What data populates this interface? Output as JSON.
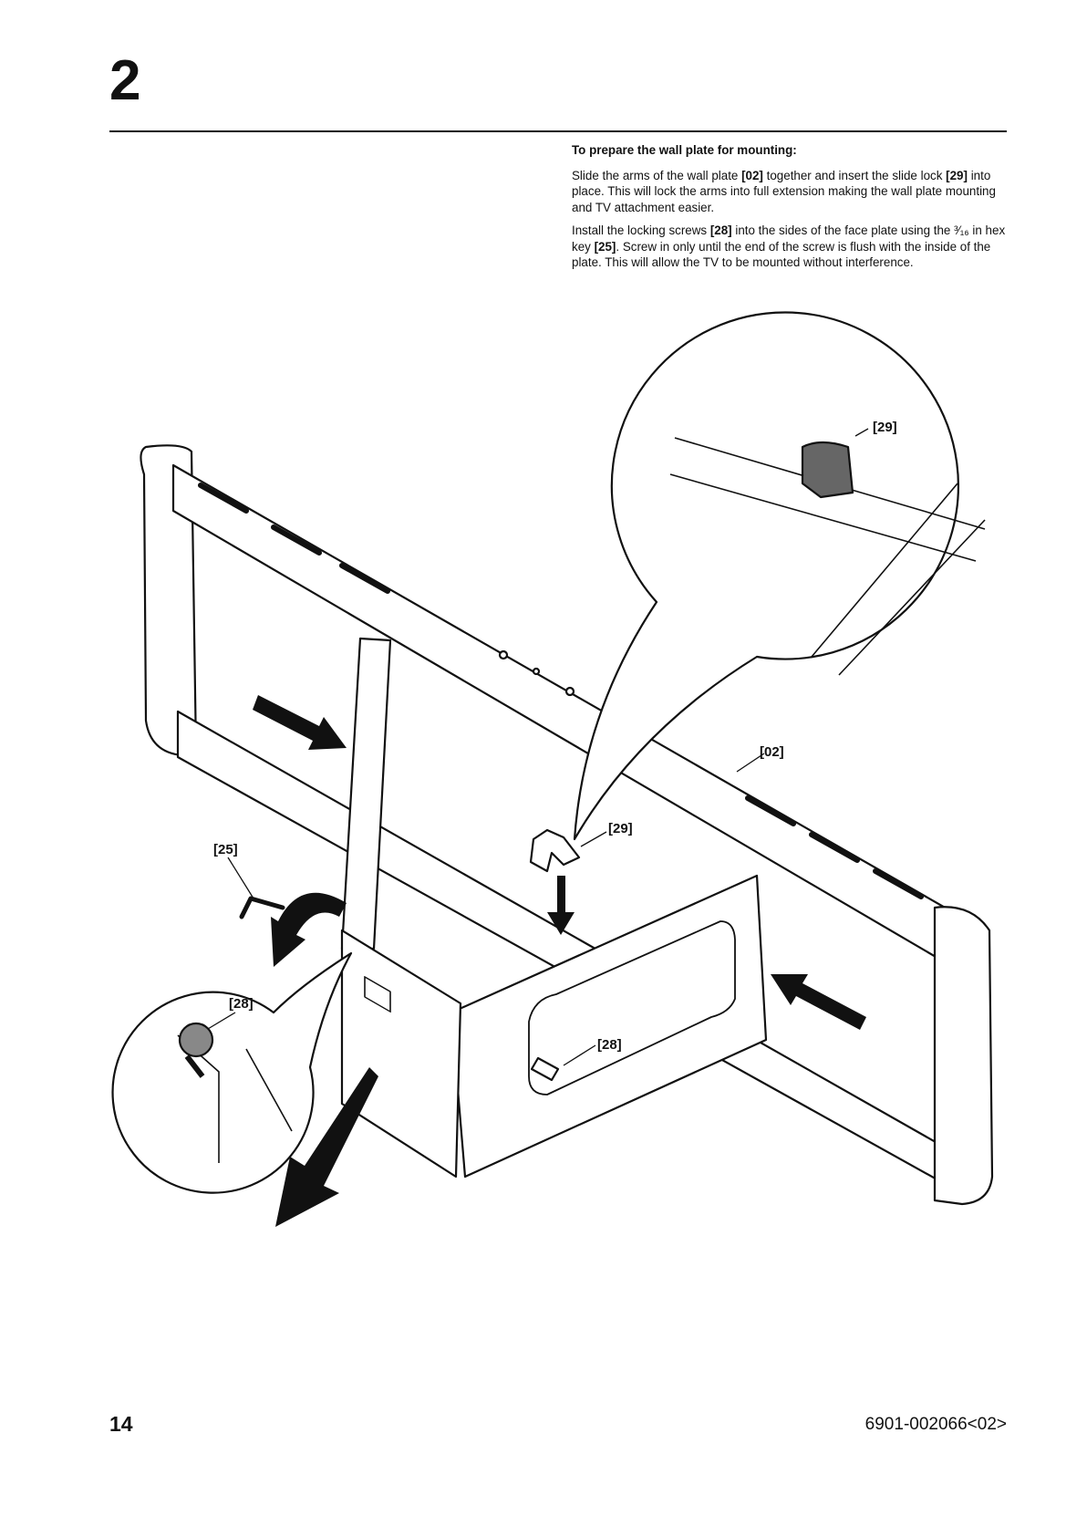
{
  "step": {
    "number": "2"
  },
  "instructions": {
    "heading": "To prepare the wall plate for mounting:",
    "p1": {
      "t1": "Slide the arms of the wall plate ",
      "b1": "[02]",
      "t2": " together and insert the slide lock ",
      "b2": "[29]",
      "t3": " into place.  This will lock the arms into full extension making the wall plate mounting and TV attachment easier."
    },
    "p2": {
      "t1": "Install the locking screws ",
      "b1": "[28]",
      "t2": " into the sides of the face plate using the ³⁄₁₆ in hex key ",
      "b2": "[25]",
      "t3": ".  Screw in only until the end of the screw is flush with the inside of the plate.  This will allow the TV to be mounted without interference."
    }
  },
  "callouts": {
    "slide_lock_detail": "[29]",
    "wall_plate": "[02]",
    "slide_lock": "[29]",
    "hex_key": "[25]",
    "screw_detail": "[28]",
    "screw": "[28]"
  },
  "footer": {
    "page_number": "14",
    "doc_code": "6901-002066<02>"
  }
}
